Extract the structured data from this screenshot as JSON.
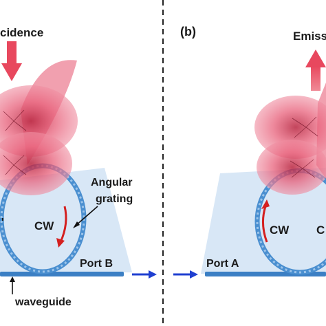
{
  "left_panel": {
    "incidence_label": "cidence",
    "grating_label_line1": "Angular",
    "grating_label_line2": "grating",
    "cw_label": "CW",
    "port_label": "Port B",
    "waveguide_label": "waveguide",
    "stray_label": "'"
  },
  "right_panel": {
    "panel_label": "(b)",
    "emission_label": "Emiss",
    "cw_label": "CW",
    "cw_partial": "C",
    "port_label": "Port A"
  },
  "colors": {
    "beam_lobe": "#e8607a",
    "beam_lobe_dark": "#c8344f",
    "arrow_red": "#e8485e",
    "chip_plane": "#d6e6f5",
    "ring": "#4a8fd0",
    "waveguide": "#3b7fc4",
    "port_arrow": "#1f3fd0",
    "cw_arrow": "#d42020",
    "divider": "#222222"
  }
}
